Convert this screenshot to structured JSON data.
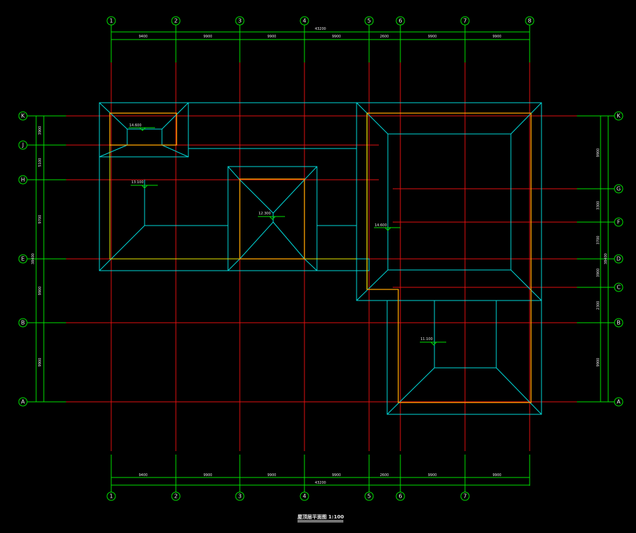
{
  "drawing_title": "屋顶层平面图 1:100",
  "overall_dimension": "43200",
  "column_axes": [
    "1",
    "2",
    "3",
    "4",
    "5",
    "6",
    "7",
    "8"
  ],
  "row_axes_left": [
    "K",
    "J",
    "H",
    "E",
    "B",
    "A"
  ],
  "row_axes_right": [
    "K",
    "G",
    "F",
    "D",
    "C",
    "B",
    "A"
  ],
  "top_dimensions": [
    "9400",
    "9900",
    "9900",
    "9900",
    "2600",
    "9900",
    "9900"
  ],
  "bottom_dimensions": [
    "9400",
    "9900",
    "9900",
    "9900",
    "2600",
    "9900",
    "9900"
  ],
  "left_dimensions": [
    "3900",
    "5100",
    "9700",
    "9900",
    "9900"
  ],
  "left_overall": "38400",
  "right_dimensions": [
    "9900",
    "3300",
    "3700",
    "3900",
    "2300",
    "9900"
  ],
  "right_overall": "38400",
  "elevations": [
    "14.600",
    "13.100",
    "12.300",
    "14.600",
    "11.100"
  ],
  "colors": {
    "background": "#000000",
    "grid_line": "#e01010",
    "axis_bubble": "#00e000",
    "roof_outline": "#00d8d8",
    "wall_line": "#ffa500"
  }
}
